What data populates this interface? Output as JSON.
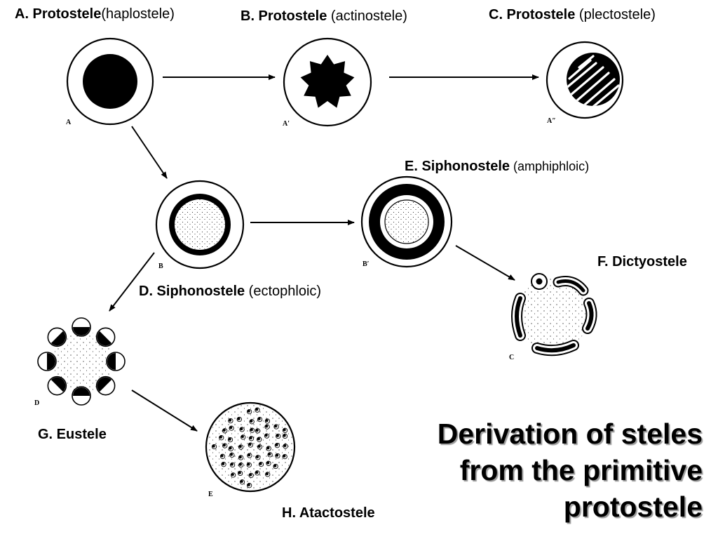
{
  "labels": {
    "a": {
      "bold": "A. Protostele",
      "normal": "(haplostele)"
    },
    "b": {
      "bold": "B. Protostele",
      "normal": " (actinostele)"
    },
    "c": {
      "bold": "C. Protostele",
      "normal": " (plectostele)"
    },
    "d": {
      "bold": "D. Siphonostele",
      "normal": " (ectophloic)"
    },
    "e": {
      "bold": "E. Siphonostele",
      "normal": " (amphiphloic)"
    },
    "f": {
      "bold": "F. Dictyostele",
      "normal": ""
    },
    "g": {
      "bold": "G. Eustele",
      "normal": ""
    },
    "h": {
      "bold": "H. Atactostele",
      "normal": ""
    }
  },
  "figure_letters": {
    "a": "A",
    "a1": "A′",
    "a2": "A″",
    "b": "B",
    "b1": "B′",
    "c": "C",
    "d": "D",
    "e": "E"
  },
  "title": {
    "line1": "Derivation of steles",
    "line2": "from the primitive",
    "line3": "protostele"
  },
  "colors": {
    "ink": "#000000",
    "paper": "#ffffff",
    "title_shadow": "#9a9a9a"
  }
}
